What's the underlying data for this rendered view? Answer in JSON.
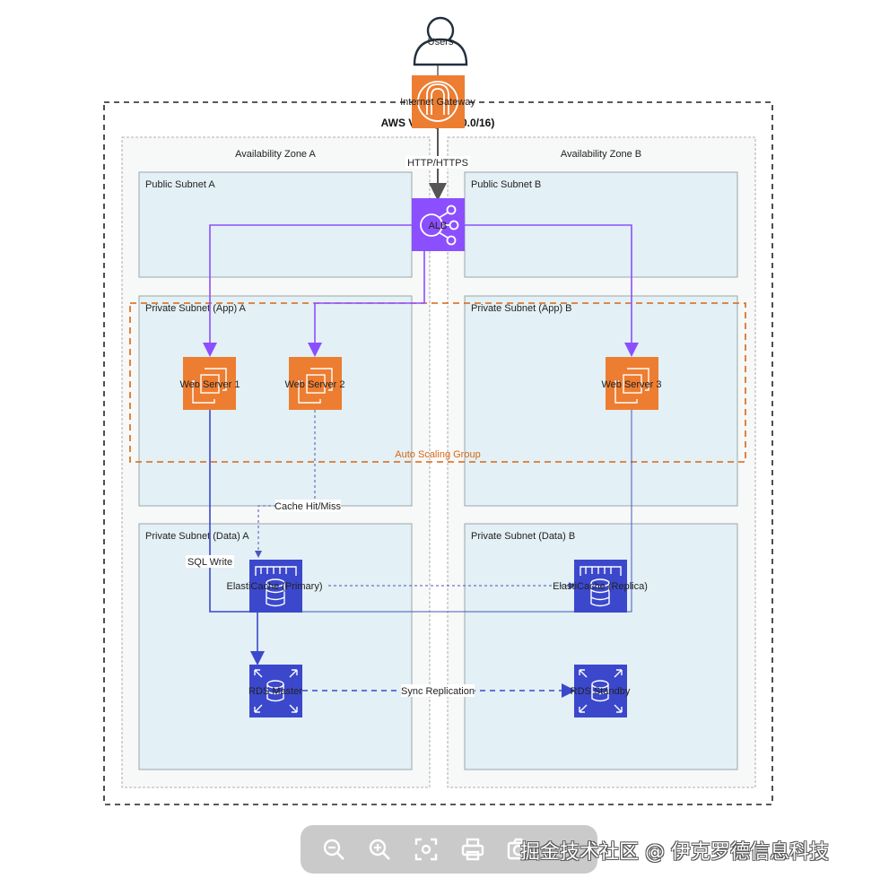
{
  "diagram": {
    "vpc": {
      "title": "AWS VPC (10.0.0.0/16)"
    },
    "zones": [
      {
        "label": "Availability Zone A"
      },
      {
        "label": "Availability Zone B"
      }
    ],
    "subnets": {
      "public_a": "Public Subnet A",
      "public_b": "Public Subnet B",
      "app_a": "Private Subnet (App) A",
      "app_b": "Private Subnet (App) B",
      "data_a": "Private Subnet (Data) A",
      "data_b": "Private Subnet (Data) B"
    },
    "auto_scaling_group": "Auto Scaling Group",
    "nodes": {
      "users": "Users",
      "igw": "Internet Gateway",
      "alb": "ALB",
      "web1": "Web Server 1",
      "web2": "Web Server 2",
      "web3": "Web Server 3",
      "cache_primary": "ElastiCache (Primary)",
      "cache_replica": "ElastiCache (Replica)",
      "rds_master": "RDS Master",
      "rds_standby": "RDS Standby"
    },
    "edges": {
      "http": "HTTP/HTTPS",
      "cache": "Cache Hit/Miss",
      "sql": "SQL Write",
      "sync": "Sync Replication"
    },
    "colors": {
      "compute": "#ed7d31",
      "network": "#8c4fff",
      "database": "#3b48cc",
      "asg": "#d86613",
      "subnet_fill": "#e3f0f5",
      "zone_fill": "#f7f8f8"
    }
  },
  "toolbar": {
    "icons": [
      "zoom-out-icon",
      "zoom-in-icon",
      "fit-screen-icon",
      "print-icon",
      "screenshot-icon"
    ]
  },
  "watermark": "掘金技术社区 @ 伊克罗德信息科技"
}
